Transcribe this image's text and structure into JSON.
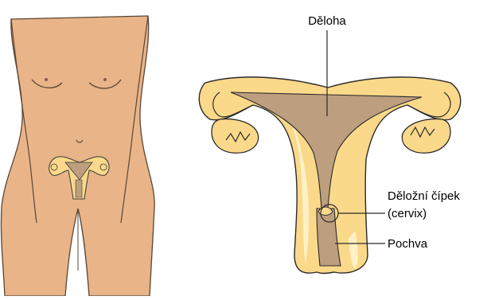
{
  "labels": {
    "uterus": "Děloha",
    "cervix_line1": "Děložní čípek",
    "cervix_line2": "(cervix)",
    "vagina": "Pochva"
  },
  "colors": {
    "skin": "#E8B488",
    "skin_outline": "#5A4636",
    "organ_fill": "#FBD98A",
    "organ_highlight": "#FFF1C6",
    "cavity": "#BD9E7E",
    "outline": "#2A2A2A"
  }
}
